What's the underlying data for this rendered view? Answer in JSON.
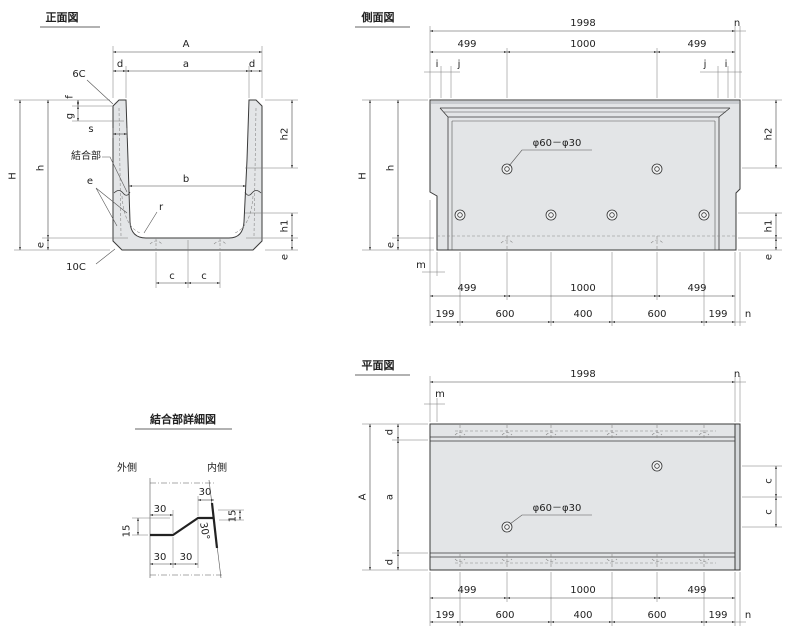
{
  "front_view": {
    "title": "正面図",
    "A": "A",
    "d_left": "d",
    "a": "a",
    "d_right": "d",
    "top_chamfer": "6C",
    "f": "f",
    "g": "g",
    "s": "s",
    "joint": "結合部",
    "e_leader": "e",
    "b": "b",
    "r": "r",
    "H": "H",
    "h": "h",
    "e_left": "e",
    "h2": "h2",
    "h1": "h1",
    "e_right": "e",
    "bottom_chamfer": "10C",
    "c_left": "c",
    "c_right": "c"
  },
  "side_view": {
    "title": "側面図",
    "total_length": "1998",
    "n_top": "n",
    "upper_dims": [
      "499",
      "1000",
      "499"
    ],
    "i_left": "i",
    "j_left": "j",
    "j_right": "j",
    "i_right": "i",
    "hole_spec": "φ60－φ30",
    "H": "H",
    "h": "h",
    "e_left": "e",
    "h2": "h2",
    "h1": "h1",
    "e_right": "e",
    "m": "m",
    "lower_dims": [
      "499",
      "1000",
      "499"
    ],
    "hole_pitch": [
      "199",
      "600",
      "400",
      "600",
      "199"
    ],
    "n_bottom": "n"
  },
  "plan_view": {
    "title": "平面図",
    "total_length": "1998",
    "n_top": "n",
    "m": "m",
    "A": "A",
    "d_top": "d",
    "a": "a",
    "d_bottom": "d",
    "c_upper": "c",
    "c_lower": "c",
    "hole_spec": "φ60－φ30",
    "lower_dims": [
      "499",
      "1000",
      "499"
    ],
    "hole_pitch": [
      "199",
      "600",
      "400",
      "600",
      "199"
    ],
    "n_bottom": "n"
  },
  "joint_detail": {
    "title": "結合部詳細図",
    "outside": "外側",
    "inside": "内側",
    "top_30": "30",
    "upper_30": "30",
    "angle": "30°",
    "right_15": "15",
    "left_15": "15",
    "bottom_30_left": "30",
    "bottom_30_right": "30"
  }
}
